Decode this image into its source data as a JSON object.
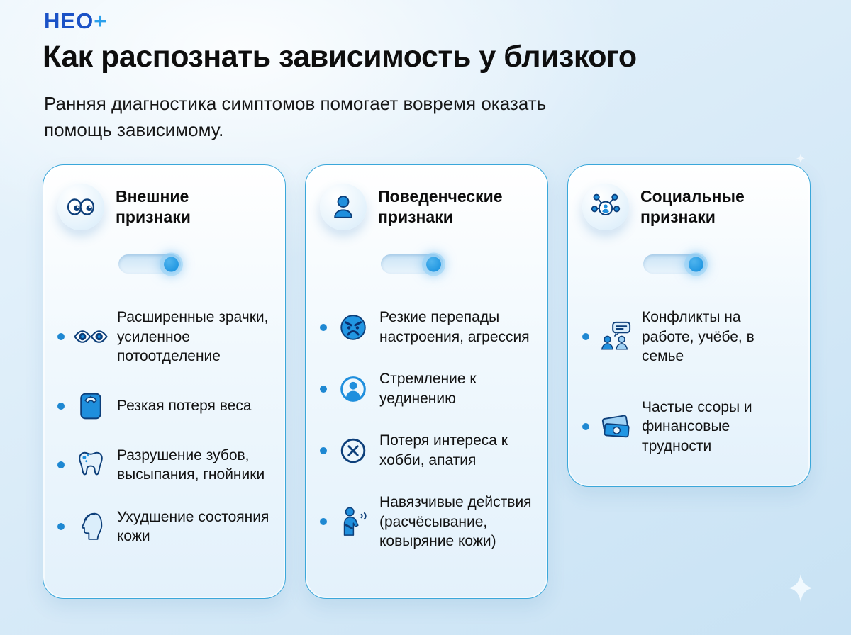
{
  "page": {
    "logo_neo": "НЕО",
    "logo_plus": "+",
    "title": "Как распознать зависимость у близкого",
    "subtitle_line1": "Ранняя диагностика симптомов помогает вовремя оказать",
    "subtitle_line2": "помощь зависимому."
  },
  "colors": {
    "accent_blue": "#1e88d2",
    "dark_navy": "#0d3f7a",
    "card_border": "#3aa7da",
    "background_top": "#eaf5fc",
    "background_bottom": "#c8e2f4"
  },
  "cards": [
    {
      "title": "Внешние признаки",
      "icon": "googly-eyes-icon",
      "toggle_state": "on",
      "items": [
        {
          "icon": "dilated-pupils-icon",
          "text": "Расширенные зрачки, усиленное потоотделение"
        },
        {
          "icon": "weight-scale-icon",
          "text": "Резкая потеря веса"
        },
        {
          "icon": "tooth-icon",
          "text": "Разрушение зубов, высыпания, гнойники"
        },
        {
          "icon": "face-profile-icon",
          "text": "Ухудшение состояния кожи"
        }
      ]
    },
    {
      "title": "Поведенческие признаки",
      "icon": "person-icon",
      "toggle_state": "on",
      "items": [
        {
          "icon": "angry-face-icon",
          "text": "Резкие перепады настроения, агрессия"
        },
        {
          "icon": "solitude-icon",
          "text": "Стремление к уединению"
        },
        {
          "icon": "crossed-circle-icon",
          "text": "Потеря интереса к хобби, апатия"
        },
        {
          "icon": "scratching-person-icon",
          "text": "Навязчивые действия (расчёсывание, ковыряние кожи)"
        }
      ]
    },
    {
      "title": "Социальные признаки",
      "icon": "social-network-icon",
      "toggle_state": "on",
      "items": [
        {
          "icon": "conflict-people-icon",
          "text": "Конфликты на работе, учёбе, в семье"
        },
        {
          "icon": "money-banknotes-icon",
          "text": "Частые ссоры и финансовые трудности"
        }
      ]
    }
  ]
}
